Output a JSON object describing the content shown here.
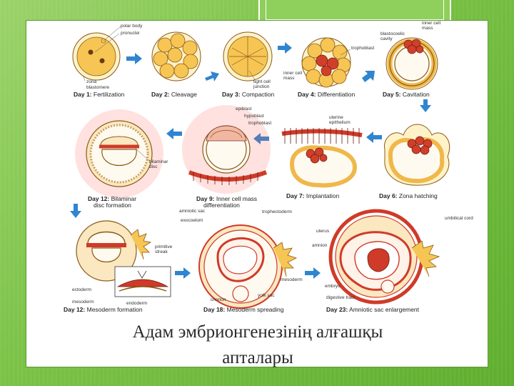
{
  "caption": {
    "line1": "Адам эмбрионгенезінің алғашқы",
    "line2": "апталары"
  },
  "stages": [
    {
      "day": "Day 1:",
      "name": "Fertilization"
    },
    {
      "day": "Day 2:",
      "name": "Cleavage"
    },
    {
      "day": "Day 3:",
      "name": "Compaction"
    },
    {
      "day": "Day 4:",
      "name": "Differentiation"
    },
    {
      "day": "Day 5:",
      "name": "Cavitation"
    },
    {
      "day": "Day 6:",
      "name": "Zona hatching"
    },
    {
      "day": "Day 7:",
      "name": "Implantation"
    },
    {
      "day": "Day 9:",
      "name": "Inner cell mass",
      "name2": "differentiation"
    },
    {
      "day": "Day 12:",
      "name": "Bilaminar",
      "name2": "disc formation"
    },
    {
      "day": "Day 12:",
      "name": "Mesoderm formation"
    },
    {
      "day": "Day 18:",
      "name": "Mesoderm spreading"
    },
    {
      "day": "Day 23:",
      "name": "Amniotic sac enlargement"
    }
  ],
  "labels": {
    "polar_body": "polar body",
    "pronuclei": "pronuclei",
    "zona": "zona",
    "blastomere": "blastomere",
    "tight_cell_junction": "tight cell",
    "tight_cell_junction2": "junction",
    "inner_cell_mass": "inner cell",
    "inner_cell_mass2": "mass",
    "blastocoelic_cavity": "blastocoelic",
    "blastocoelic_cavity2": "cavity",
    "trophoblast": "trophoblast",
    "epiblast": "epiblast",
    "hypoblast": "hypoblast",
    "trophoblast2": "trophoblast",
    "uterine_epithelium": "uterine",
    "uterine_epithelium2": "epithelium",
    "bilaminar_disc": "bilaminar",
    "bilaminar_disc2": "disc",
    "amniotic_sac": "amniotic sac",
    "exocoelom": "exocoelom",
    "trophectoderm": "trophectoderm",
    "umbilical_cord": "umbilical cord",
    "primitive_streak": "primitive",
    "primitive_streak2": "streak",
    "ectoderm": "ectoderm",
    "mesoderm": "mesoderm",
    "endoderm": "endoderm",
    "mesoderm2": "mesoderm",
    "yolk_sac": "yolk sac",
    "chorion": "chorion",
    "amnion": "amnion",
    "uterus": "uterus",
    "embryo": "embryo",
    "digestive_tract": "digestive tract"
  },
  "colors": {
    "slide_green": "#79c145",
    "arrow_blue": "#2f85d0",
    "cell_yellow": "#f6c553",
    "tissue_red": "#d13f2b"
  }
}
